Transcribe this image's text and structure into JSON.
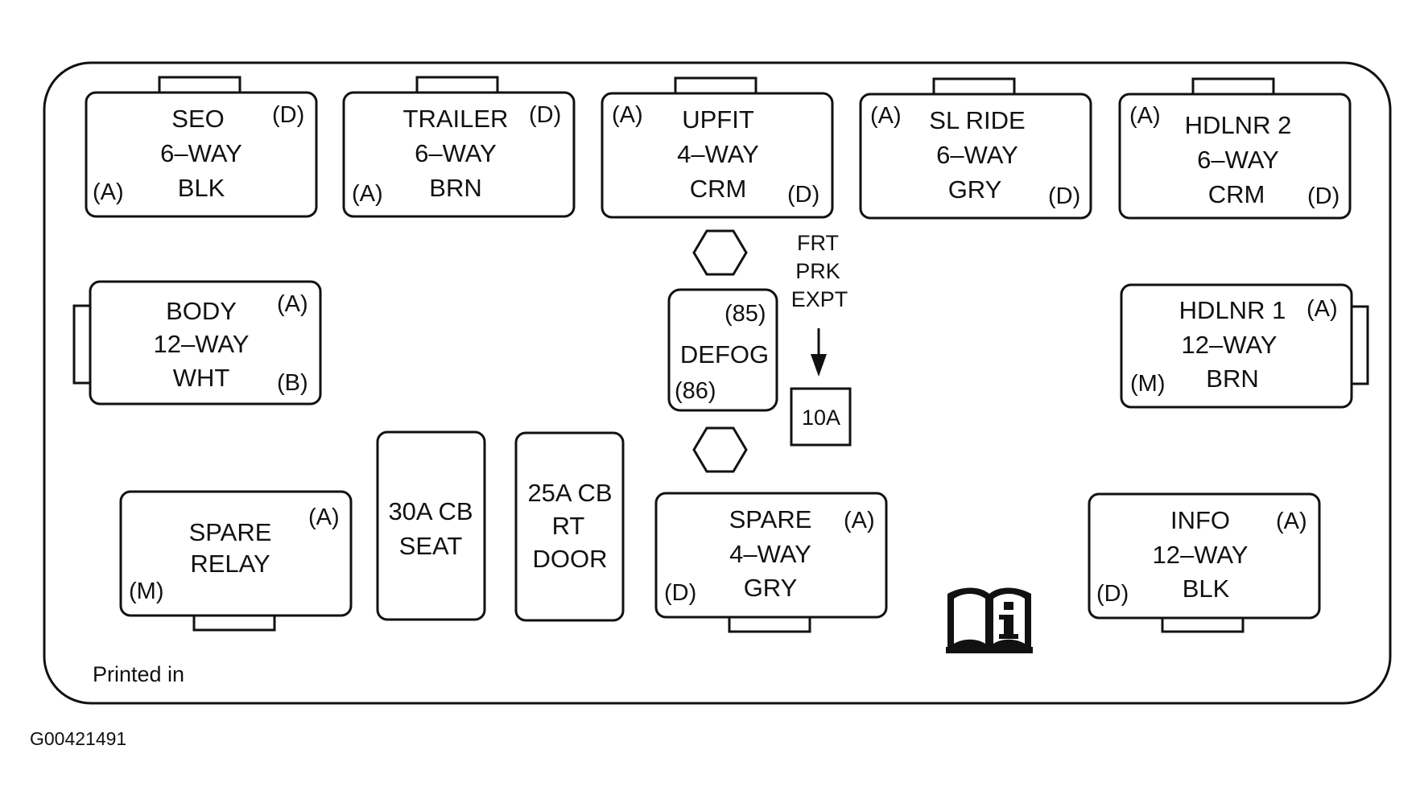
{
  "connectors": {
    "seo": {
      "lines": [
        "SEO",
        "6–WAY",
        "BLK"
      ],
      "pins": [
        "(D)",
        "(A)"
      ]
    },
    "trailer": {
      "lines": [
        "TRAILER",
        "6–WAY",
        "BRN"
      ],
      "pins": [
        "(D)",
        "(A)"
      ]
    },
    "upfit": {
      "lines": [
        "UPFIT",
        "4–WAY",
        "CRM"
      ],
      "pins": [
        "(A)",
        "(D)"
      ]
    },
    "slride": {
      "lines": [
        "SL RIDE",
        "6–WAY",
        "GRY"
      ],
      "pins": [
        "(A)",
        "(D)"
      ]
    },
    "hdlnr2": {
      "lines": [
        "HDLNR 2",
        "6–WAY",
        "CRM"
      ],
      "pins": [
        "(A)",
        "(D)"
      ]
    },
    "body": {
      "lines": [
        "BODY",
        "12–WAY",
        "WHT"
      ],
      "pins": [
        "(A)",
        "(B)"
      ]
    },
    "hdlnr1": {
      "lines": [
        "HDLNR 1",
        "12–WAY",
        "BRN"
      ],
      "pins": [
        "(A)",
        "(M)"
      ]
    },
    "spare_relay": {
      "lines": [
        "SPARE",
        "RELAY"
      ],
      "pins": [
        "(A)",
        "(M)"
      ]
    },
    "spare4": {
      "lines": [
        "SPARE",
        "4–WAY",
        "GRY"
      ],
      "pins": [
        "(A)",
        "(D)"
      ]
    },
    "info": {
      "lines": [
        "INFO",
        "12–WAY",
        "BLK"
      ],
      "pins": [
        "(A)",
        "(D)"
      ]
    }
  },
  "breakers": {
    "seat": {
      "lines": [
        "30A CB",
        "SEAT"
      ]
    },
    "rtdoor": {
      "lines": [
        "25A CB",
        "RT",
        "DOOR"
      ]
    }
  },
  "defog": {
    "label": "DEFOG",
    "pin85": "(85)",
    "pin86": "(86)"
  },
  "fuse": {
    "lines": [
      "FRT",
      "PRK",
      "EXPT"
    ],
    "rating": "10A"
  },
  "printed": "Printed in",
  "figure_id": "G00421491",
  "icons": {
    "book": "owner-manual-info-icon",
    "arrow": "down-arrow-icon",
    "hex": "hexagon-stud-icon"
  }
}
